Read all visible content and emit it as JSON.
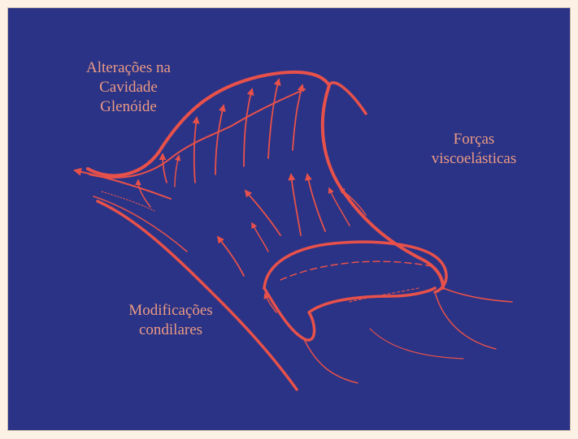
{
  "diagram": {
    "labels": {
      "glenoid": [
        "Alterações na",
        "Cavidade",
        "Glenóide"
      ],
      "forces": [
        "Forças",
        "viscoelásticas"
      ],
      "condylar": [
        "Modificações",
        "condilares"
      ]
    },
    "colors": {
      "background": "#2a3386",
      "lines": "#e8514a",
      "text": "#ec9a84",
      "border": "#fdf1e6"
    }
  }
}
